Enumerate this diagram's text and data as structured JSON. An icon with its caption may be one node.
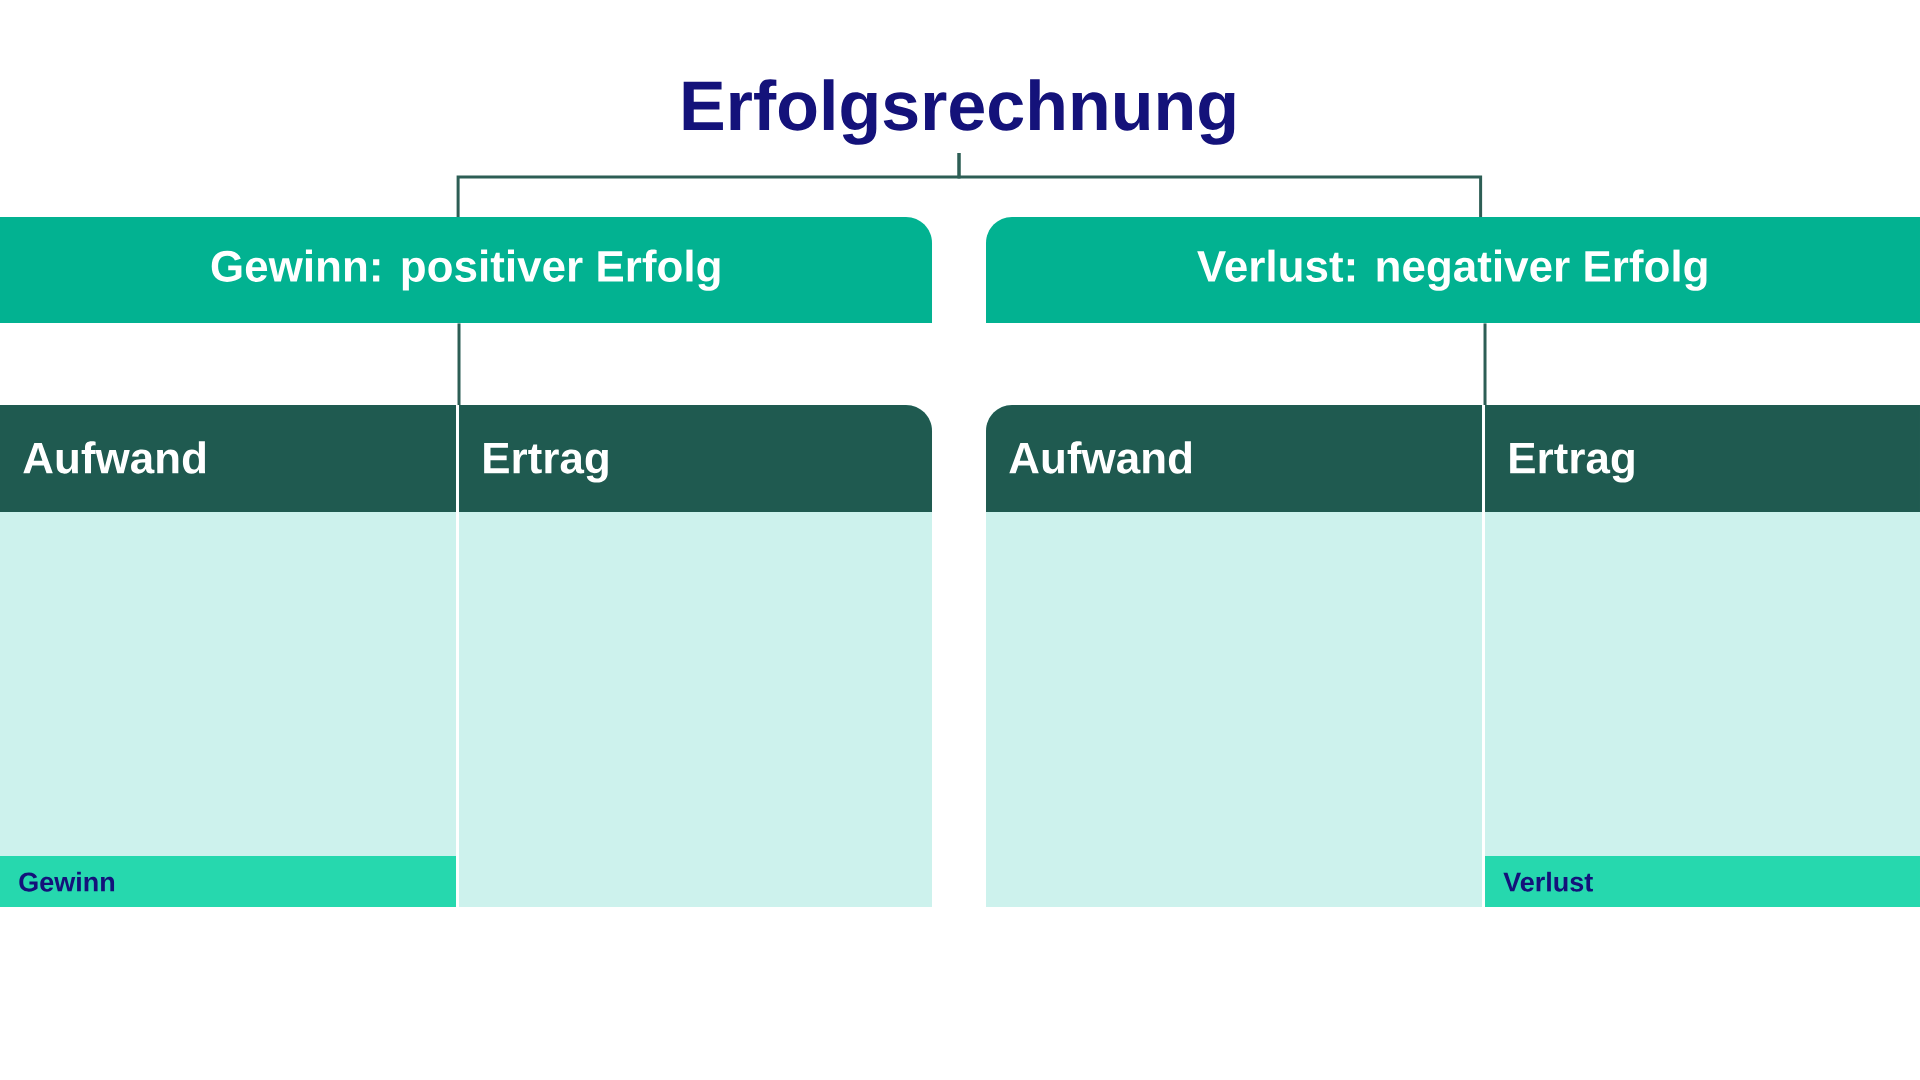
{
  "diagram": {
    "nodes": [
      {
        "text": [
          "Erfolgsrechnung"
        ]
      },
      {
        "text": [
          "Gewinn: positiver Erfolg"
        ]
      },
      {
        "text": [
          "Verlust: negativer Erfolg"
        ]
      },
      {
        "text": [
          "Aufwand"
        ]
      },
      {
        "text": [
          "Ertrag"
        ]
      },
      {
        "text": [
          "Gewinn"
        ],
        "in": 3
      },
      {
        "text": [
          "Aufwand"
        ]
      },
      {
        "text": [
          "Ertrag"
        ]
      },
      {
        "text": [
          "Verlust"
        ],
        "in": 7
      }
    ],
    "edges": [
      {
        "from": 0,
        "to": 1,
        "arrow": "none"
      },
      {
        "from": 0,
        "to": 2,
        "arrow": "none"
      },
      {
        "from": 1,
        "to": 4,
        "arrow": "none"
      },
      {
        "from": 2,
        "to": 7,
        "arrow": "none"
      }
    ]
  }
}
